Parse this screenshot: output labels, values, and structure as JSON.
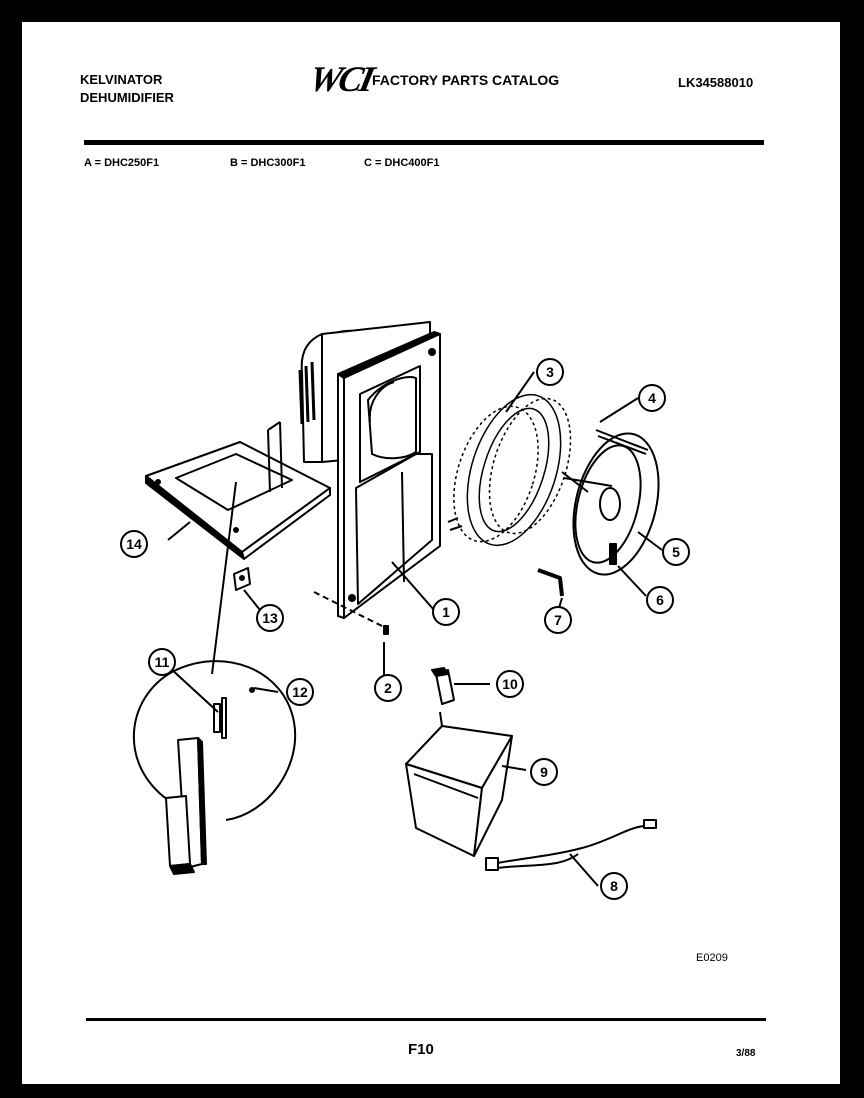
{
  "header": {
    "brand_line1": "KELVINATOR",
    "brand_line2": "DEHUMIDIFIER",
    "logo_text": "WCI",
    "catalog_title": "FACTORY PARTS CATALOG",
    "catalog_number": "LK34588010"
  },
  "models": [
    {
      "label": "A = DHC250F1"
    },
    {
      "label": "B = DHC300F1"
    },
    {
      "label": "C = DHC400F1"
    }
  ],
  "diagram": {
    "callouts": [
      "1",
      "2",
      "3",
      "4",
      "5",
      "6",
      "7",
      "8",
      "9",
      "10",
      "11",
      "12",
      "13",
      "14"
    ],
    "drawing_code": "E0209"
  },
  "footer": {
    "page_label": "F10",
    "date": "3/88"
  }
}
